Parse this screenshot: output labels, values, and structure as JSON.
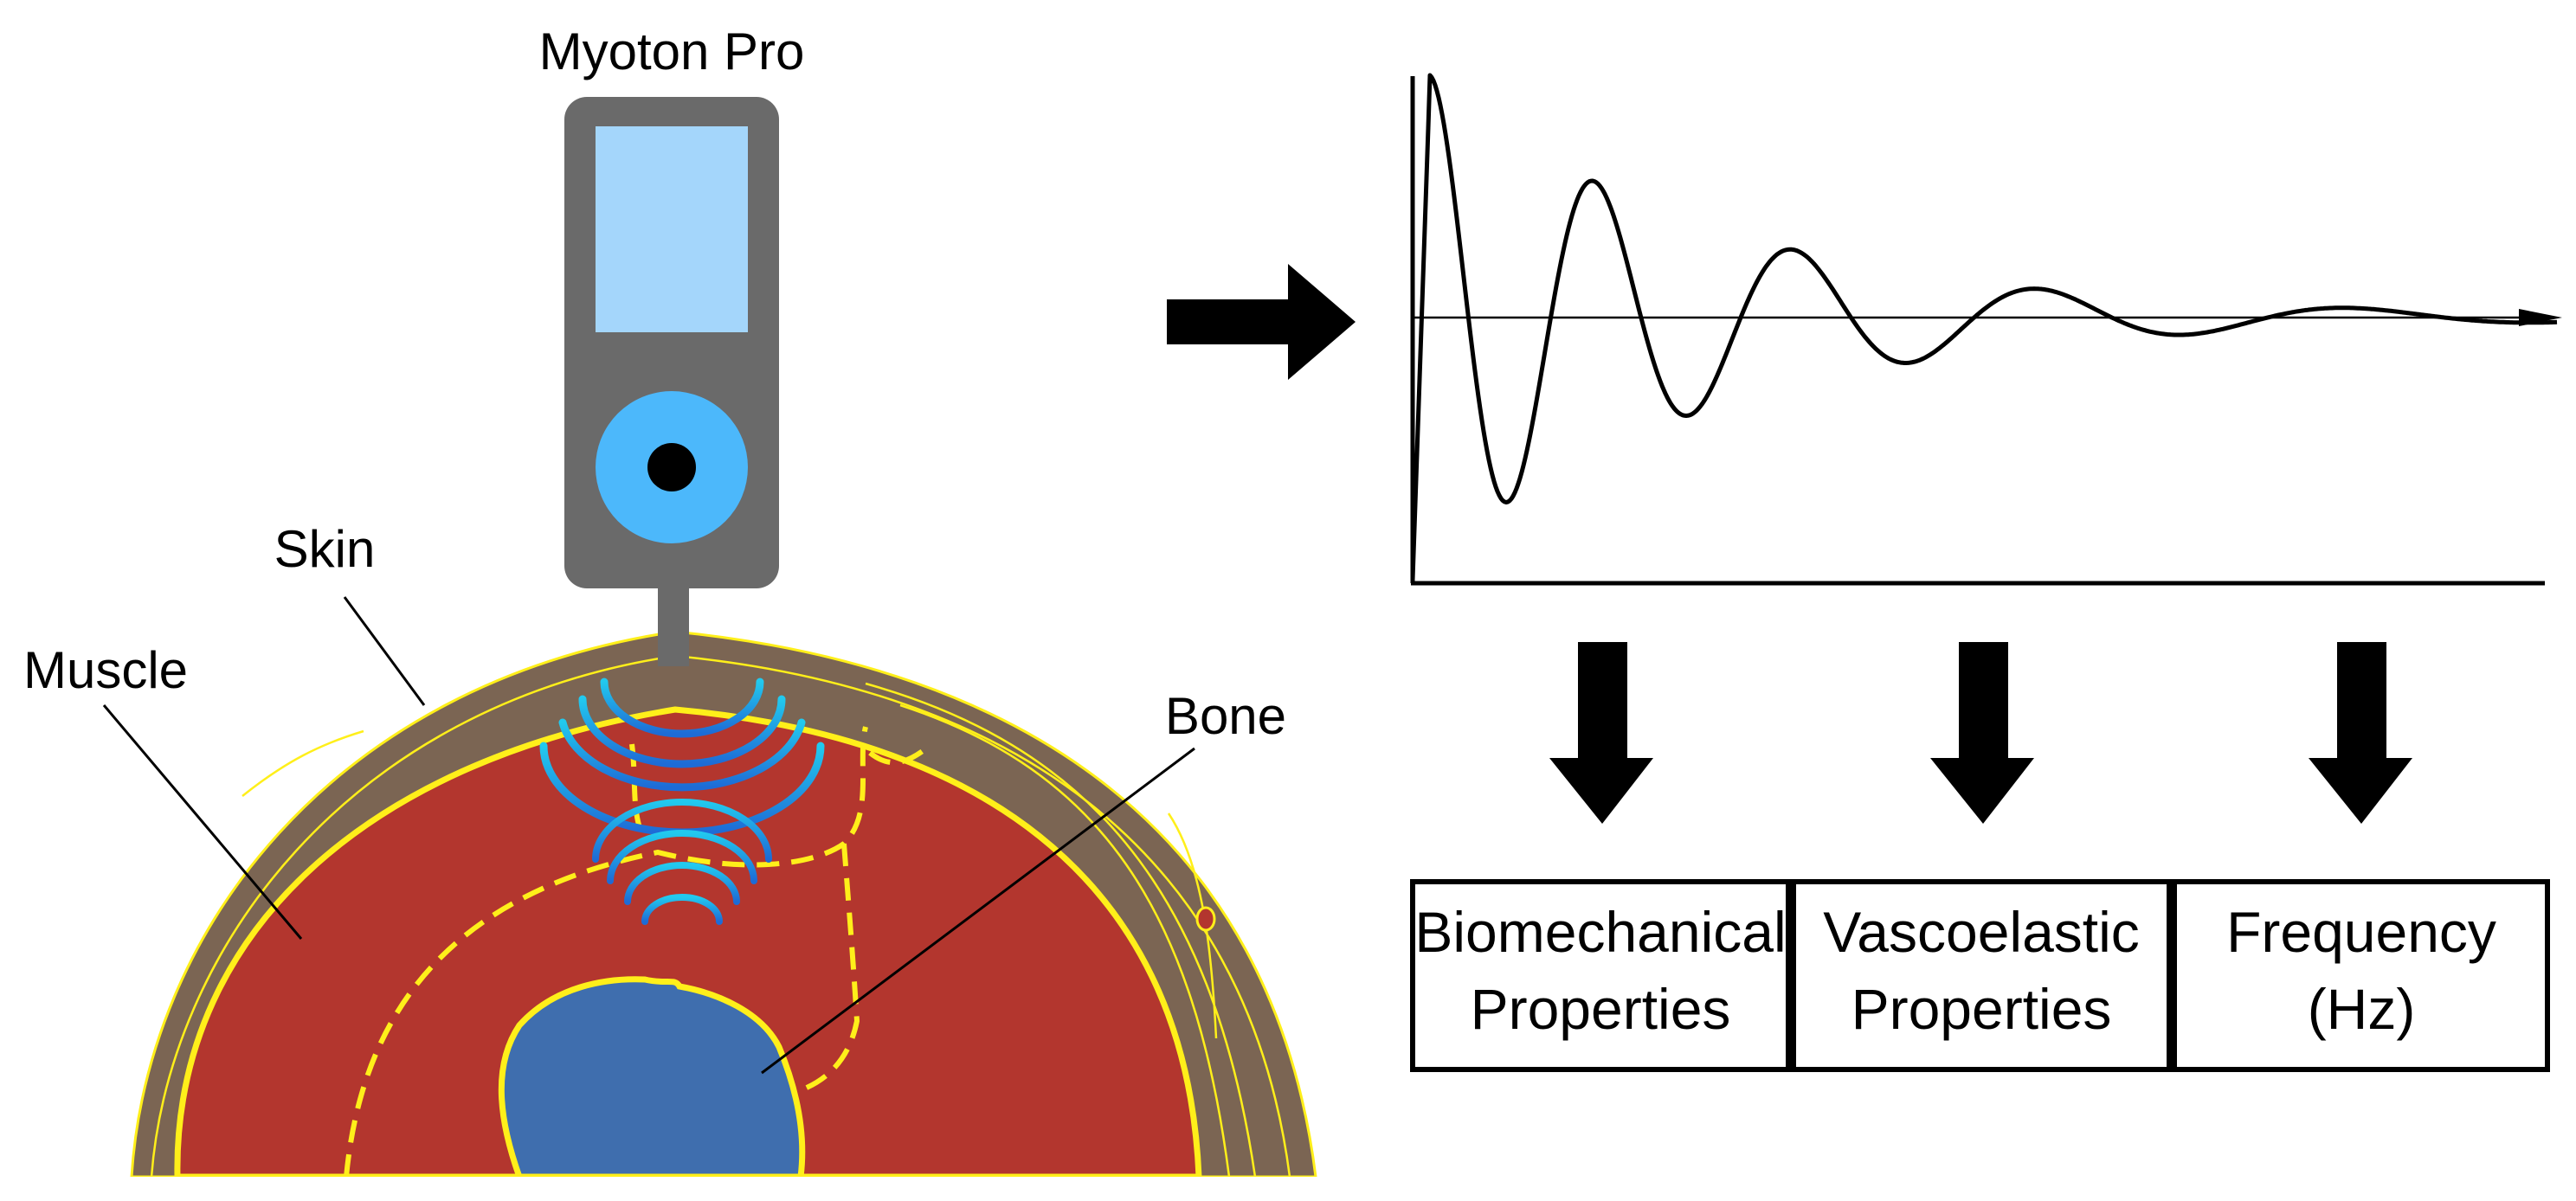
{
  "device": {
    "name": "Myoton Pro"
  },
  "anatomy_labels": {
    "skin": "Skin",
    "muscle": "Muscle",
    "bone": "Bone"
  },
  "output_boxes": [
    {
      "line1": "Biomechanical",
      "line2": "Properties"
    },
    {
      "line1": "Vascoelastic",
      "line2": "Properties"
    },
    {
      "line1": "Frequency",
      "line2": "(Hz)"
    }
  ],
  "colors": {
    "skin": "#7b6553",
    "muscle": "#b3362e",
    "bone": "#3f6eae",
    "tissue_outline": "#ffef1a",
    "device_body": "#6a6a6a",
    "device_screen": "#a4d6fb",
    "device_button": "#4cb8fb",
    "wave_outer": "#1e6bd6",
    "wave_inner": "#22c9ee"
  }
}
